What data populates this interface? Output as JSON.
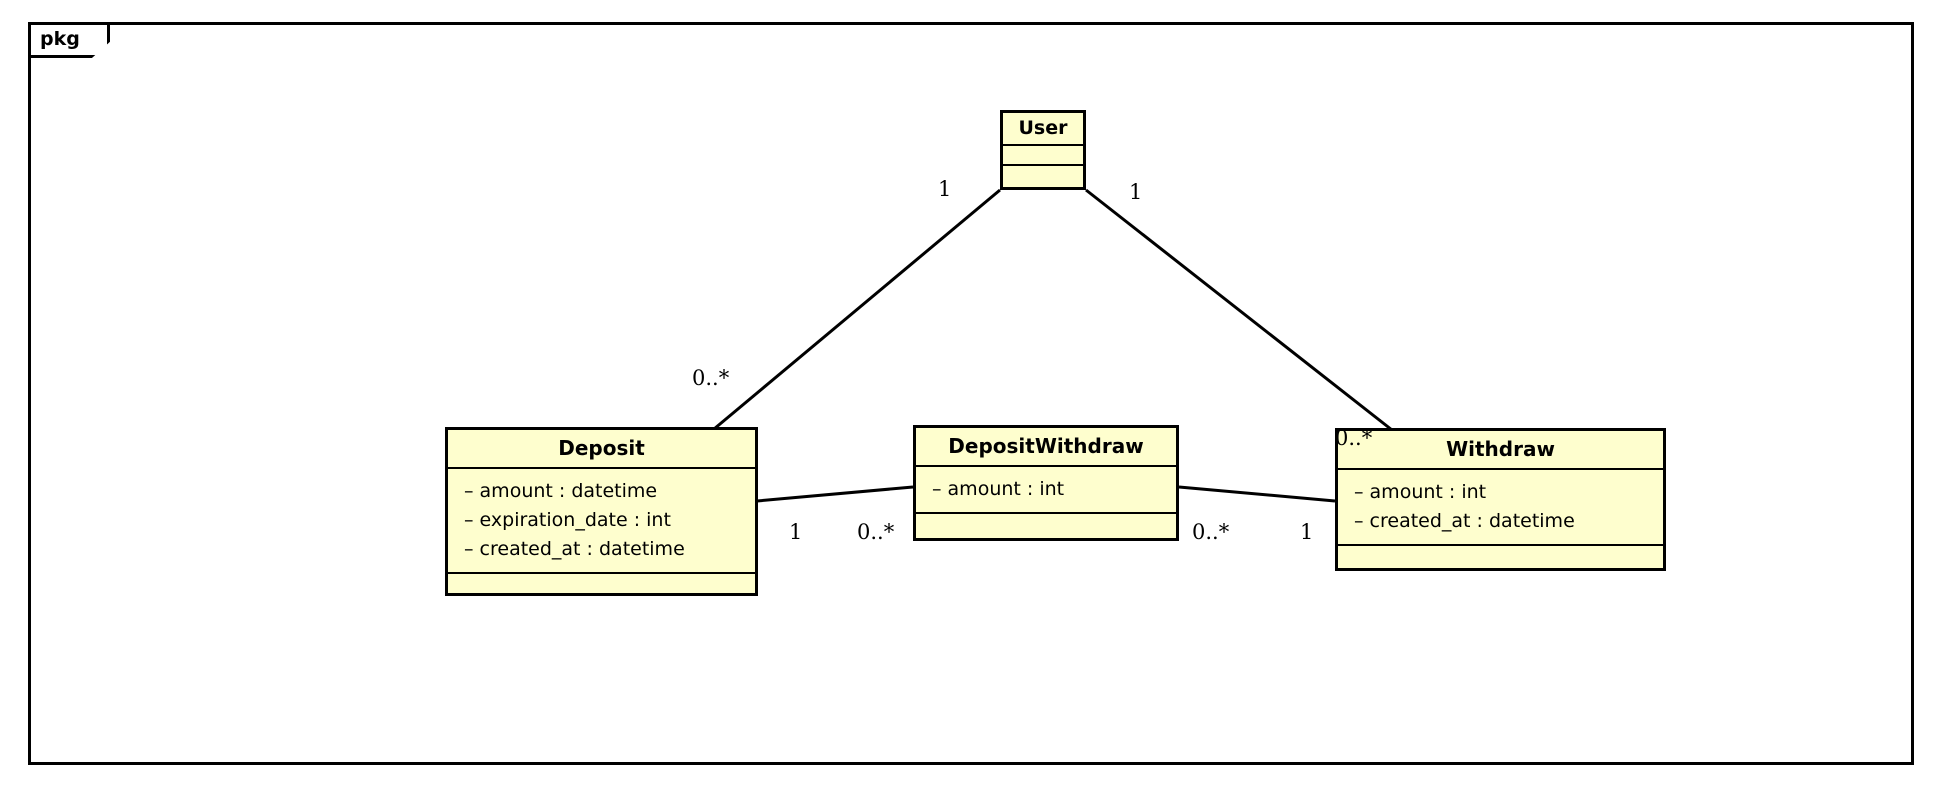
{
  "package": {
    "tab_label": "pkg",
    "border_color": "#000000"
  },
  "theme": {
    "class_fill": "#FEFECE",
    "class_border": "#000000",
    "line_color": "#000000",
    "background": "#FFFFFF"
  },
  "diagram": {
    "type": "uml-class-diagram",
    "classes": [
      {
        "id": "User",
        "name": "User",
        "attributes": [],
        "operations": []
      },
      {
        "id": "Deposit",
        "name": "Deposit",
        "attributes": [
          "– amount : datetime",
          "– expiration_date : int",
          "– created_at : datetime"
        ],
        "operations": []
      },
      {
        "id": "DepositWithdraw",
        "name": "DepositWithdraw",
        "attributes": [
          "– amount : int"
        ],
        "operations": []
      },
      {
        "id": "Withdraw",
        "name": "Withdraw",
        "attributes": [
          "– amount : int",
          "– created_at : datetime"
        ],
        "operations": []
      }
    ],
    "associations": [
      {
        "from": "User",
        "to": "Deposit",
        "from_multiplicity": "1",
        "to_multiplicity": "0..*"
      },
      {
        "from": "User",
        "to": "Withdraw",
        "from_multiplicity": "1",
        "to_multiplicity": "0..*"
      },
      {
        "from": "Deposit",
        "to": "DepositWithdraw",
        "from_multiplicity": "1",
        "to_multiplicity": "0..*"
      },
      {
        "from": "DepositWithdraw",
        "to": "Withdraw",
        "from_multiplicity": "0..*",
        "to_multiplicity": "1"
      }
    ],
    "multiplicity_labels": {
      "user_left": "1",
      "user_right": "1",
      "deposit_top": "0..*",
      "withdraw_top": "0..*",
      "deposit_right": "1",
      "depositwithdraw_left": "0..*",
      "depositwithdraw_right": "0..*",
      "withdraw_left": "1"
    }
  }
}
